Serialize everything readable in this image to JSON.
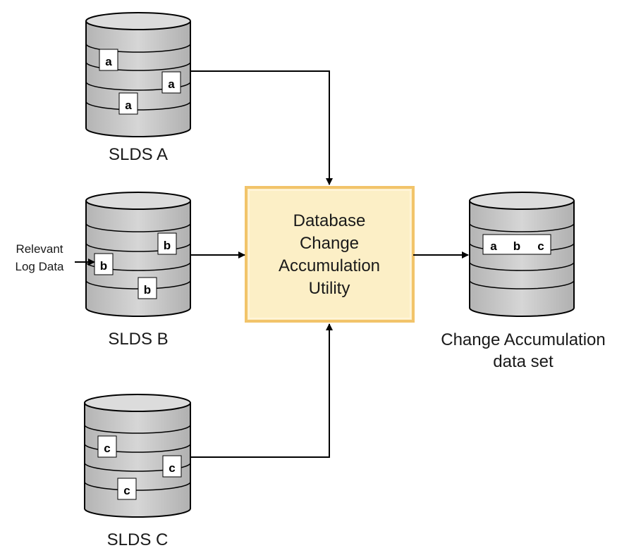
{
  "datasets": {
    "slds_a": {
      "label": "SLDS A",
      "records": [
        "a",
        "a",
        "a"
      ]
    },
    "slds_b": {
      "label": "SLDS B",
      "records": [
        "b",
        "b",
        "b"
      ]
    },
    "slds_c": {
      "label": "SLDS C",
      "records": [
        "c",
        "c",
        "c"
      ]
    }
  },
  "utility": {
    "lines": [
      "Database",
      "Change",
      "Accumulation",
      "Utility"
    ]
  },
  "input_note": {
    "lines": [
      "Relevant",
      "Log Data"
    ]
  },
  "output": {
    "label_lines": [
      "Change Accumulation",
      "data set"
    ],
    "records": [
      "a",
      "b",
      "c"
    ]
  },
  "colors": {
    "cylinder_fill": "#c8c8c8",
    "cylinder_top": "#dcdcdc",
    "box_fill": "#fcefc6",
    "box_border": "#f2c46a",
    "line": "#000000"
  }
}
